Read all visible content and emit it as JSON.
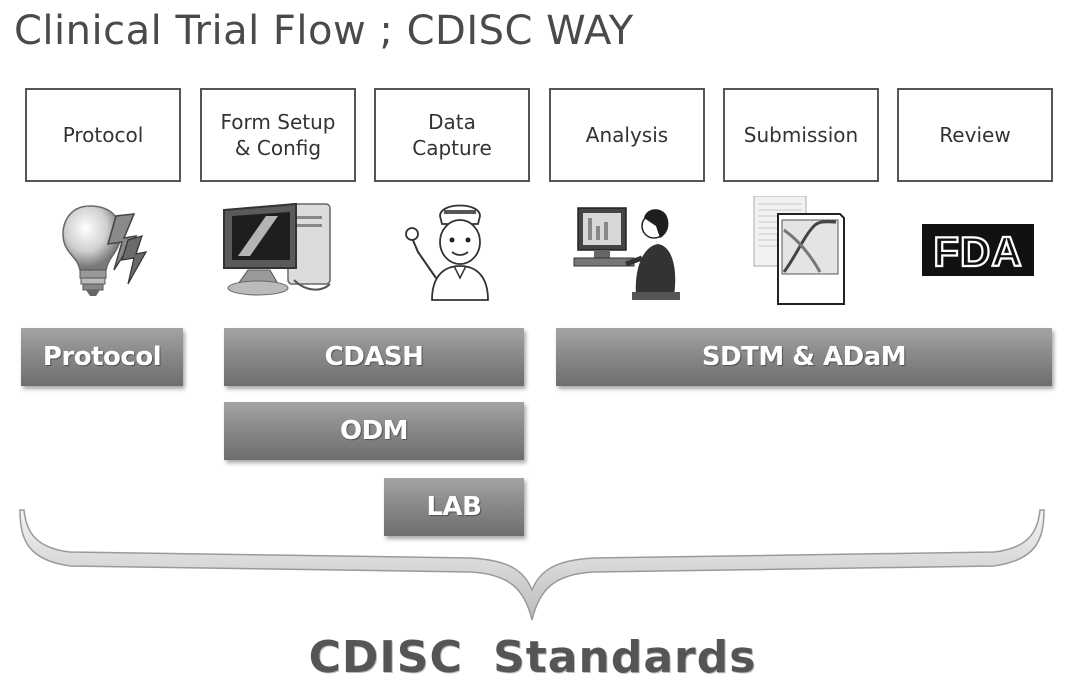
{
  "title": "Clinical Trial Flow ; CDISC WAY",
  "stages": [
    {
      "label": "Protocol",
      "icon": "lightbulb-icon"
    },
    {
      "label": "Form Setup\n& Config",
      "icon": "computer-icon"
    },
    {
      "label": "Data\nCapture",
      "icon": "nurse-icon"
    },
    {
      "label": "Analysis",
      "icon": "analyst-at-computer-icon"
    },
    {
      "label": "Submission",
      "icon": "report-document-icon"
    },
    {
      "label": "Review",
      "icon": "fda-logo-icon"
    }
  ],
  "fda_logo_text": "FDA",
  "standards": {
    "protocol": "Protocol",
    "cdash": "CDASH",
    "sdtm_adam": "SDTM & ADaM",
    "odm": "ODM",
    "lab": "LAB"
  },
  "footer": "CDISC Standards"
}
